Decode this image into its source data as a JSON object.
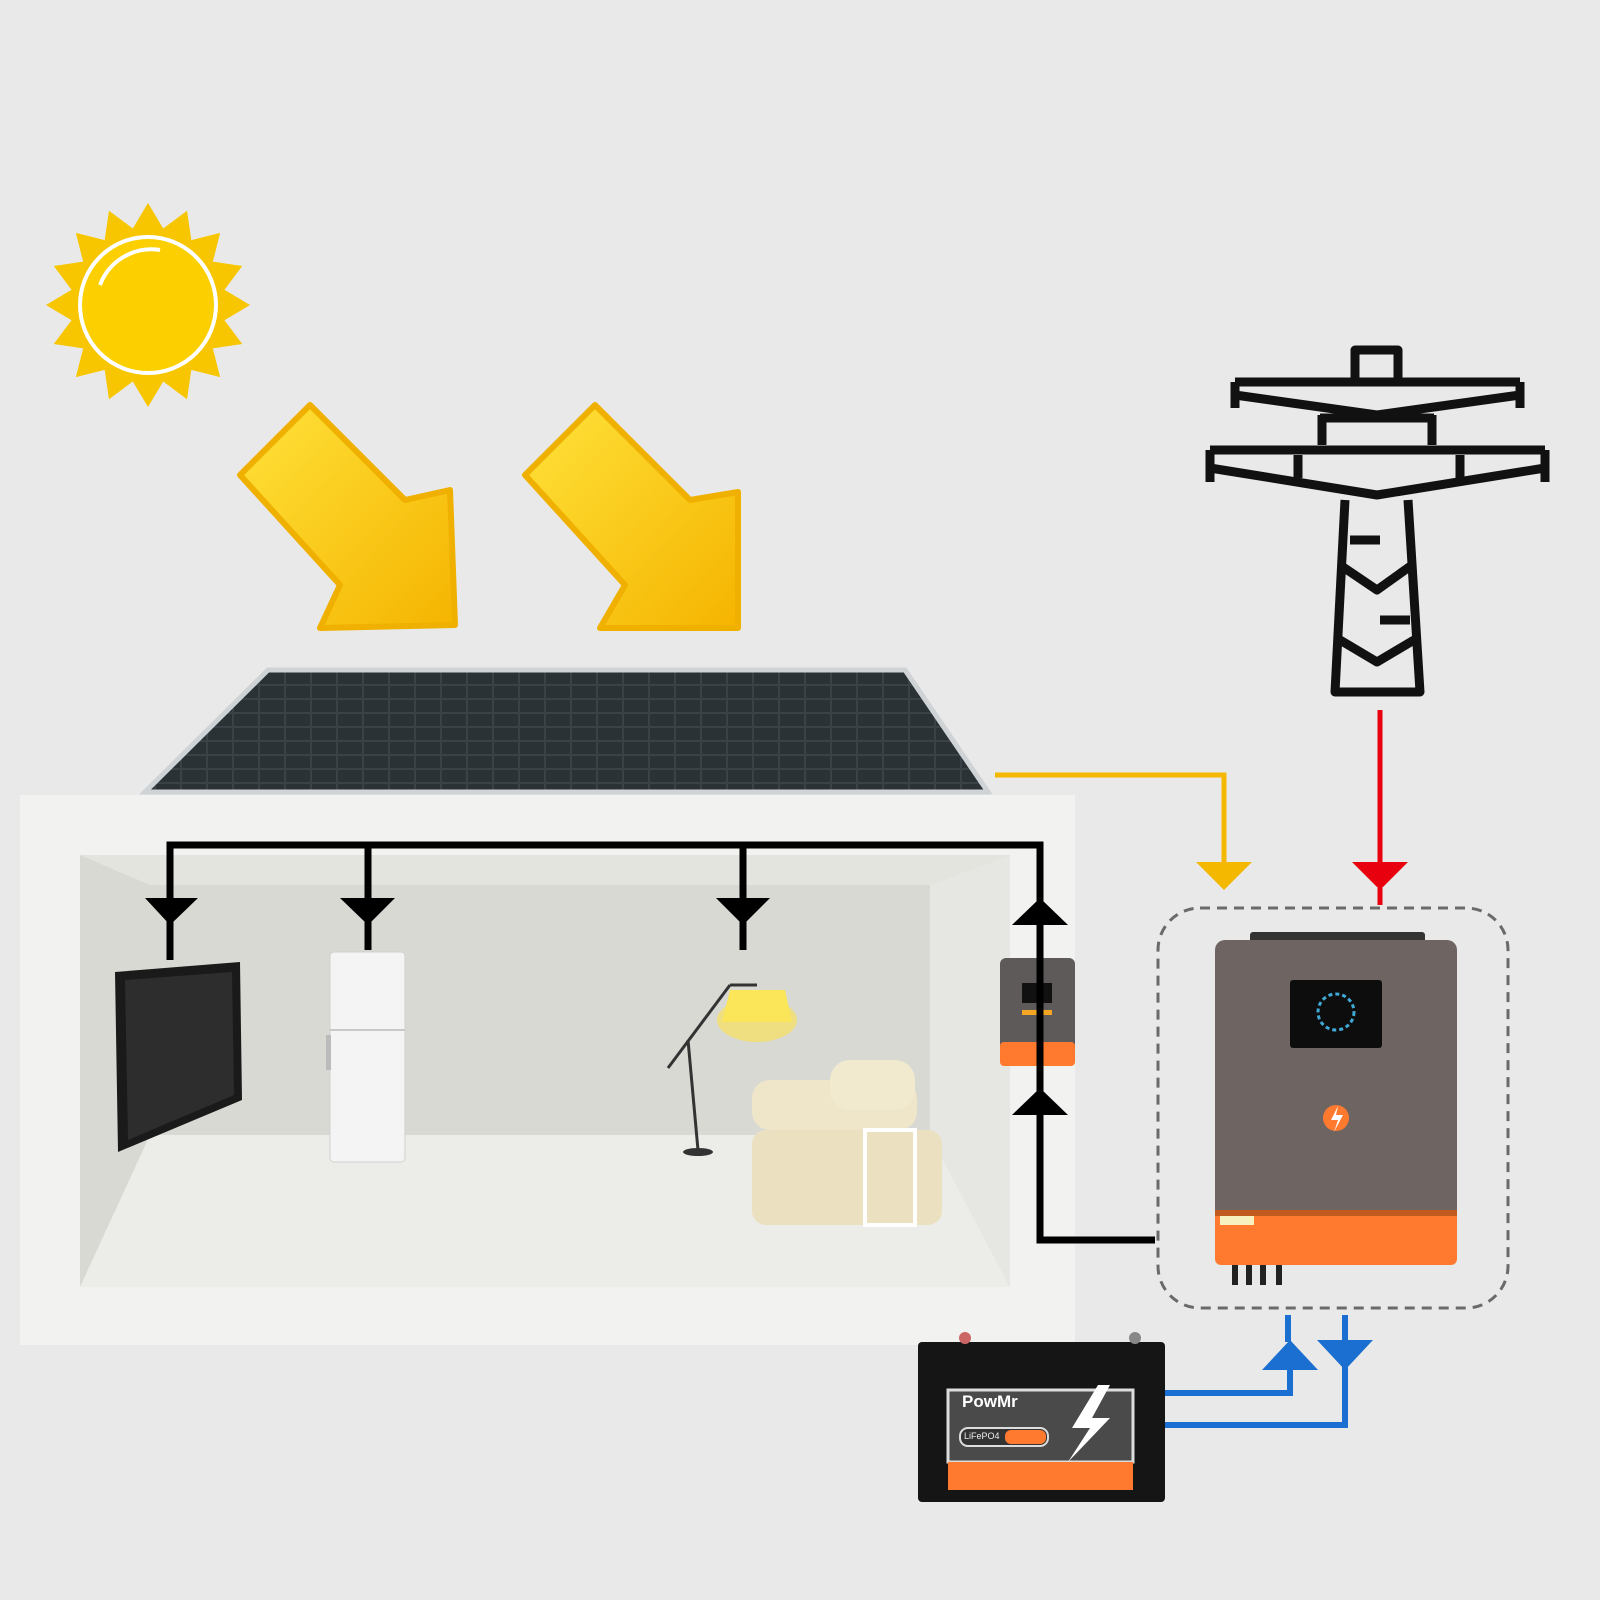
{
  "battery": {
    "brand": "PowMr",
    "chemistry": "LiFePO4"
  },
  "colors": {
    "background": "#e9e9e9",
    "sun": "#f7c600",
    "solar_arrow": "#f7c600",
    "solar_wire": "#f5b800",
    "grid_wire": "#e8000f",
    "battery_wire": "#1a6fd0",
    "load_wire": "#000000",
    "inverter_body": "#6e6462",
    "inverter_accent": "#ff7a2f"
  },
  "icons": [
    "sun-icon",
    "sunlight-arrow-icon",
    "solar-panel",
    "power-tower-icon",
    "inverter",
    "charge-controller",
    "battery",
    "tv",
    "refrigerator",
    "floor-lamp",
    "sofa"
  ]
}
